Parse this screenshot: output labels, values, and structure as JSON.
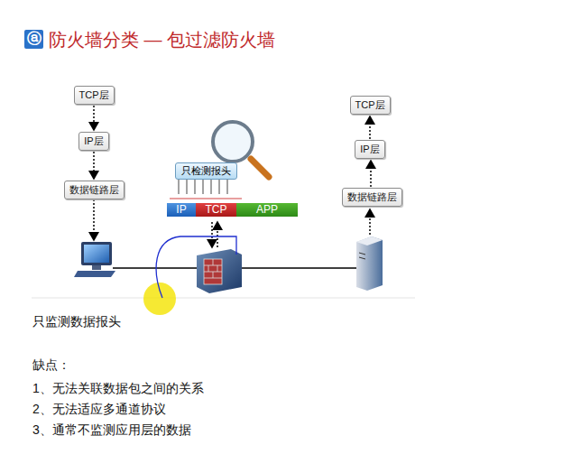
{
  "diagram": {
    "title": "防火墙分类 — 包过滤防火墙",
    "nodes": [
      {
        "text": [
          "TCP层"
        ]
      },
      {
        "text": [
          "IP层"
        ]
      },
      {
        "text": [
          "数据链路层"
        ]
      },
      {
        "text": [
          "TCP层"
        ]
      },
      {
        "text": [
          "IP层"
        ]
      },
      {
        "text": [
          "数据链路层"
        ]
      },
      {
        "text": [
          "只检测报头"
        ]
      },
      {
        "text": [
          "IP"
        ]
      },
      {
        "text": [
          "TCP"
        ]
      },
      {
        "text": [
          "APP"
        ]
      }
    ],
    "edges": [
      {
        "from": 0,
        "to": 1,
        "arrow": "to"
      },
      {
        "from": 1,
        "to": 2,
        "arrow": "to"
      },
      {
        "from": 5,
        "to": 4,
        "arrow": "to"
      },
      {
        "from": 4,
        "to": 3,
        "arrow": "to"
      }
    ],
    "labels": [
      "ⓐ",
      "只监测数据报头",
      "缺点：",
      "1、无法关联数据包之间的关系",
      "2、无法适应多通道协议",
      "3、通常不监测应用层的数据"
    ]
  }
}
